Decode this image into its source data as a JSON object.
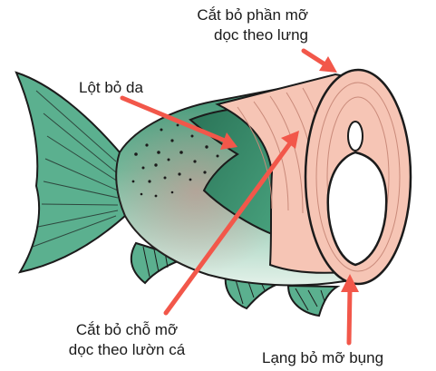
{
  "labels": {
    "back_fat": [
      "Cắt bỏ phần mỡ",
      "dọc theo lưng"
    ],
    "skin": "Lột bỏ da",
    "side_fat": [
      "Cắt bỏ chỗ mỡ",
      "dọc theo lườn cá"
    ],
    "belly_fat": "Lạng bỏ mỡ bụng"
  },
  "colors": {
    "arrow": "#f2574a",
    "fish_skin": "#5bb08f",
    "fish_dark": "#2c7a5c",
    "flesh": "#f6c5b5",
    "belly": "#d6ece0",
    "outline": "#1b1b1b"
  }
}
